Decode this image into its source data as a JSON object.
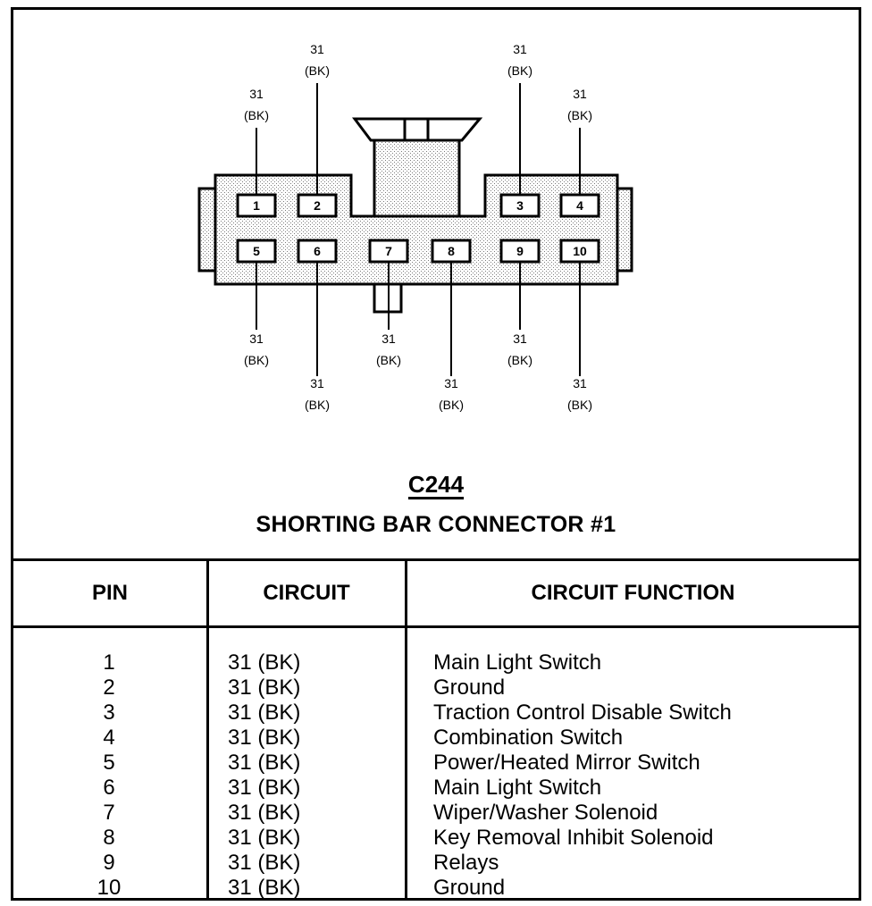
{
  "connector": {
    "id": "C244",
    "title": "SHORTING BAR CONNECTOR #1",
    "wire_circuit": "31",
    "wire_color": "(BK)"
  },
  "pins": [
    {
      "pin": "1",
      "circuit": "31 (BK)",
      "function": "Main Light Switch"
    },
    {
      "pin": "2",
      "circuit": "31 (BK)",
      "function": "Ground"
    },
    {
      "pin": "3",
      "circuit": "31 (BK)",
      "function": "Traction Control Disable Switch"
    },
    {
      "pin": "4",
      "circuit": "31 (BK)",
      "function": "Combination Switch"
    },
    {
      "pin": "5",
      "circuit": "31 (BK)",
      "function": "Power/Heated Mirror Switch"
    },
    {
      "pin": "6",
      "circuit": "31 (BK)",
      "function": "Main Light Switch"
    },
    {
      "pin": "7",
      "circuit": "31 (BK)",
      "function": "Wiper/Washer Solenoid"
    },
    {
      "pin": "8",
      "circuit": "31 (BK)",
      "function": "Key Removal Inhibit Solenoid"
    },
    {
      "pin": "9",
      "circuit": "31 (BK)",
      "function": "Relays"
    },
    {
      "pin": "10",
      "circuit": "31 (BK)",
      "function": "Ground"
    }
  ],
  "table": {
    "header_pin": "PIN",
    "header_circuit": "CIRCUIT",
    "header_function": "CIRCUIT FUNCTION"
  }
}
